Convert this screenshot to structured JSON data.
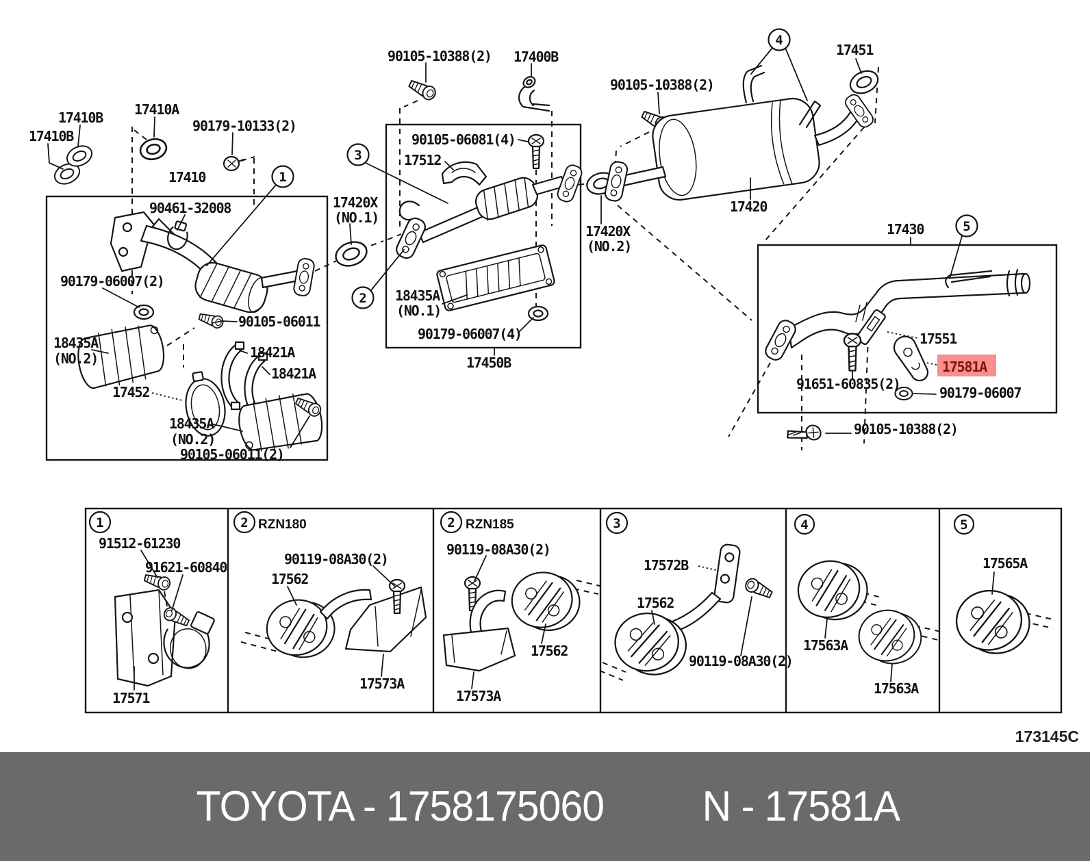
{
  "diagram": {
    "code": "173145C",
    "callouts": {
      "c1": "1",
      "c2": "2",
      "c3": "3",
      "c4": "4",
      "c5": "5"
    },
    "variants": {
      "rzn180": "RZN180",
      "rzn185": "RZN185"
    },
    "highlight": {
      "part": "17581A",
      "bg": "#f7918e",
      "color": "#8a0f0c"
    },
    "labels": {
      "l17410b_top": "17410B",
      "l17410b_left": "17410B",
      "l17410a": "17410A",
      "l90179_10133": "90179-10133(2)",
      "l17410": "17410",
      "l90461_32008": "90461-32008",
      "l90179_06007_2": "90179-06007(2)",
      "l18435a_left": "18435A",
      "l18435a_left_no": "(NO.2)",
      "l90105_06011": "90105-06011",
      "l18421a_1": "18421A",
      "l18421a_2": "18421A",
      "l17452": "17452",
      "l18435a_lower": "18435A",
      "l18435a_lower_no": "(NO.2)",
      "l90105_06011_2": "90105-06011(2)",
      "m90105_10388": "90105-10388(2)",
      "m17400b": "17400B",
      "m90105_06081": "90105-06081(4)",
      "m17512": "17512",
      "m17420x_no1": "17420X",
      "m17420x_no1_sub": "(NO.1)",
      "m18435a": "18435A",
      "m18435a_sub": "(NO.1)",
      "m17420x_no2": "17420X",
      "m17420x_no2_sub": "(NO.2)",
      "m90179_06007_4": "90179-06007(4)",
      "m17450b": "17450B",
      "r90105_10388": "90105-10388(2)",
      "r17451": "17451",
      "r17420": "17420",
      "r17430": "17430",
      "r17551": "17551",
      "r17581a": "17581A",
      "r91651_60835": "91651-60835(2)",
      "r90179_06007": "90179-06007",
      "r90105_10388_b": "90105-10388(2)",
      "b1_91512": "91512-61230",
      "b1_91621": "91621-60840",
      "b1_17571": "17571",
      "b2_90119": "90119-08A30(2)",
      "b2_17562": "17562",
      "b2_17573a": "17573A",
      "b3_90119": "90119-08A30(2)",
      "b3_17562": "17562",
      "b3_17573a": "17573A",
      "b4_17572b": "17572B",
      "b4_17562": "17562",
      "b4_90119": "90119-08A30(2)",
      "b5_17563a_1": "17563A",
      "b5_17563a_2": "17563A",
      "b6_17565a": "17565A"
    }
  },
  "footer": {
    "left": "TOYOTA - 1758175060",
    "right": "N - 17581A",
    "bg": "#6a6a6a",
    "color": "#ffffff"
  }
}
